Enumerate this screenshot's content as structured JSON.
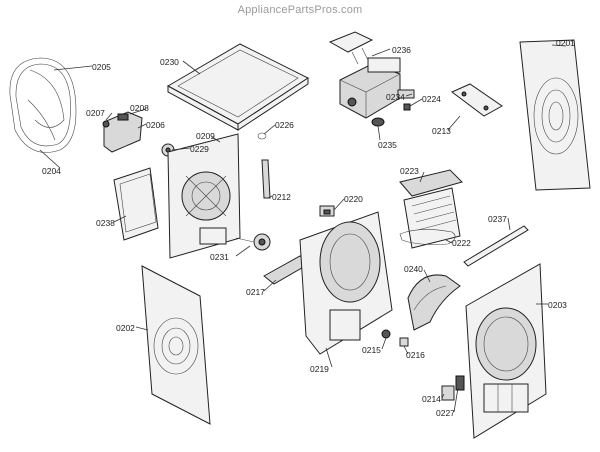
{
  "watermark": "AppliancePartsPros.com",
  "callouts": [
    {
      "id": "0205",
      "label": "0205"
    },
    {
      "id": "0230",
      "label": "0230"
    },
    {
      "id": "0236",
      "label": "0236"
    },
    {
      "id": "0201",
      "label": "0201"
    },
    {
      "id": "0207",
      "label": "0207"
    },
    {
      "id": "0208",
      "label": "0208"
    },
    {
      "id": "0206",
      "label": "0206"
    },
    {
      "id": "0226",
      "label": "0226"
    },
    {
      "id": "0209",
      "label": "0209"
    },
    {
      "id": "0229",
      "label": "0229"
    },
    {
      "id": "0234",
      "label": "0234"
    },
    {
      "id": "0224",
      "label": "0224"
    },
    {
      "id": "0213",
      "label": "0213"
    },
    {
      "id": "0235",
      "label": "0235"
    },
    {
      "id": "0204",
      "label": "0204"
    },
    {
      "id": "0223",
      "label": "0223"
    },
    {
      "id": "0212",
      "label": "0212"
    },
    {
      "id": "0238",
      "label": "0238"
    },
    {
      "id": "0220",
      "label": "0220"
    },
    {
      "id": "0237",
      "label": "0237"
    },
    {
      "id": "0222",
      "label": "0222"
    },
    {
      "id": "0231",
      "label": "0231"
    },
    {
      "id": "0240",
      "label": "0240"
    },
    {
      "id": "0217",
      "label": "0217"
    },
    {
      "id": "0203",
      "label": "0203"
    },
    {
      "id": "0202",
      "label": "0202"
    },
    {
      "id": "0215",
      "label": "0215"
    },
    {
      "id": "0216",
      "label": "0216"
    },
    {
      "id": "0219",
      "label": "0219"
    },
    {
      "id": "0214",
      "label": "0214"
    },
    {
      "id": "0227",
      "label": "0227"
    }
  ]
}
